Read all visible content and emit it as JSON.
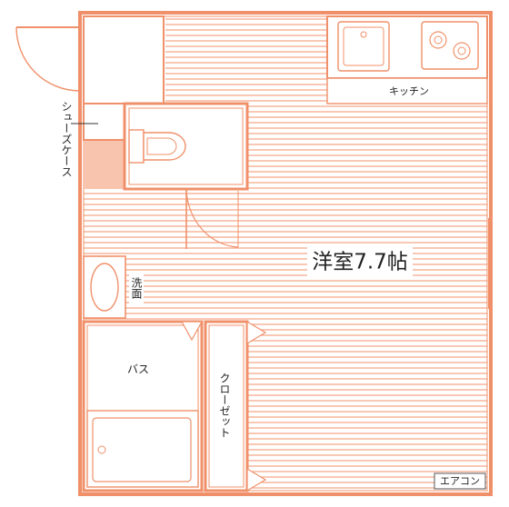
{
  "colors": {
    "wall": "#f0906a",
    "stripe": "#f4a282",
    "fill": "#f8c4ad",
    "text": "#222222",
    "background": "#ffffff"
  },
  "rooms": {
    "main": "洋室7.7帖",
    "kitchen": "キッチン",
    "bath": "バス",
    "closet": "クローゼット",
    "washroom": "洗面",
    "shoe_case": "シューズケース",
    "aircon": "エアコン"
  },
  "icons": [
    "toilet-icon",
    "sink-icon",
    "stove-icon",
    "bathtub-icon",
    "washbasin-icon",
    "door-swing-icon"
  ]
}
